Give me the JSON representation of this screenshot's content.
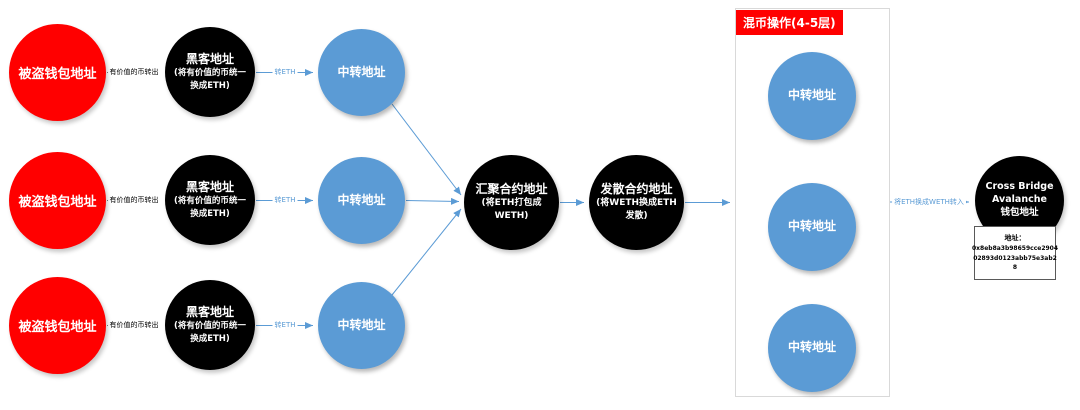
{
  "colors": {
    "stolen_red": "#ff0000",
    "node_black": "#000000",
    "relay_blue": "#5b9bd5",
    "mixer_border": "#d9d9d9"
  },
  "rows": [
    {
      "stolen": "被盗钱包地址",
      "arrow_out": "有价值的币转出",
      "hacker_title": "黑客地址",
      "hacker_sub1": "(将有价值的币统一",
      "hacker_sub2": "换成ETH)",
      "arrow_eth": "转ETH",
      "relay": "中转地址"
    },
    {
      "stolen": "被盗钱包地址",
      "arrow_out": "有价值的币转出",
      "hacker_title": "黑客地址",
      "hacker_sub1": "(将有价值的币统一",
      "hacker_sub2": "换成ETH)",
      "arrow_eth": "转ETH",
      "relay": "中转地址"
    },
    {
      "stolen": "被盗钱包地址",
      "arrow_out": "有价值的币转出",
      "hacker_title": "黑客地址",
      "hacker_sub1": "(将有价值的币统一",
      "hacker_sub2": "换成ETH)",
      "arrow_eth": "转ETH",
      "relay": "中转地址"
    }
  ],
  "aggregate": {
    "title": "汇聚合约地址",
    "sub1": "(将ETH打包成",
    "sub2": "WETH)"
  },
  "disperse": {
    "title": "发散合约地址",
    "sub1": "(将WETH换成ETH",
    "sub2": "发散)"
  },
  "mixer": {
    "label": "混币操作(4-5层)",
    "relays": [
      "中转地址",
      "中转地址",
      "中转地址"
    ]
  },
  "bridge_arrow_label": "将ETH换成WETH转入",
  "bridge": {
    "line1": "Cross Bridge",
    "line2": "Avalanche",
    "line3": "钱包地址"
  },
  "address": {
    "label": "地址：",
    "lines": [
      "0x8eb8a3b98659cce2904",
      "02893d0123abb75e3ab2",
      "8"
    ]
  }
}
